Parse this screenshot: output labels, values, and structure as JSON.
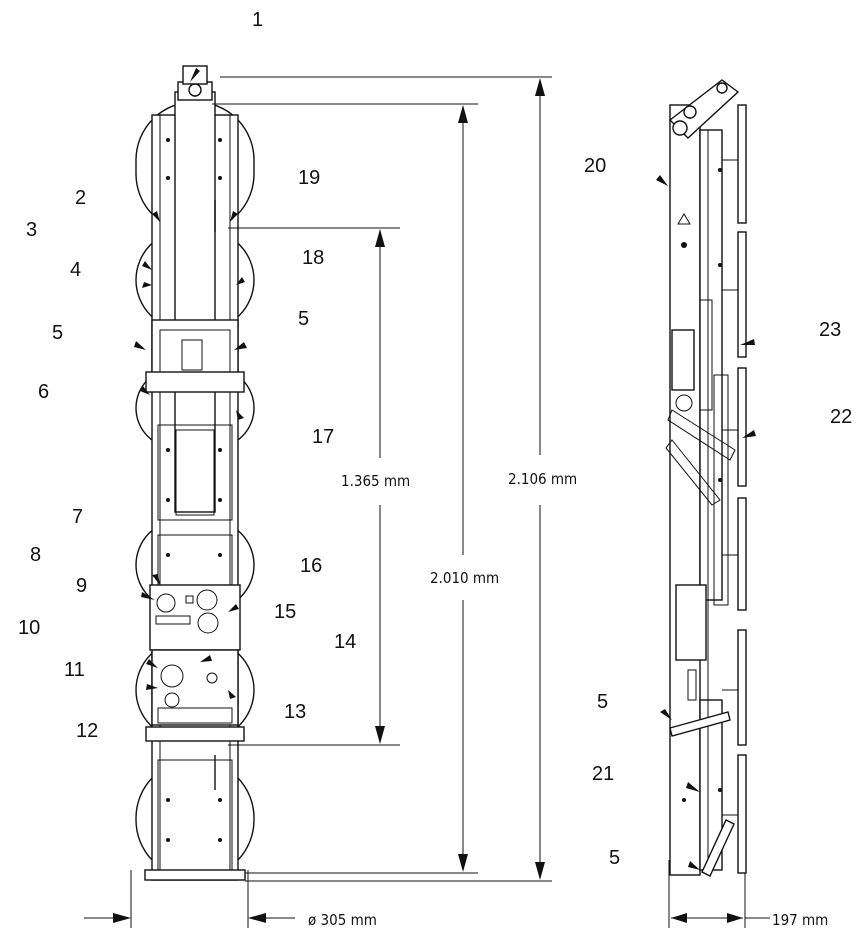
{
  "callouts": {
    "c1": "1",
    "c2": "2",
    "c3": "3",
    "c4": "4",
    "c5a": "5",
    "c5b": "5",
    "c6": "6",
    "c7": "7",
    "c8": "8",
    "c9": "9",
    "c10": "10",
    "c11": "11",
    "c12": "12",
    "c13": "13",
    "c14": "14",
    "c15": "15",
    "c16": "16",
    "c17": "17",
    "c18": "18",
    "c19": "19",
    "c20": "20",
    "c21": "21",
    "c22": "22",
    "c23": "23",
    "c5c": "5",
    "c5d": "5"
  },
  "dimensions": {
    "overall_height": "2.106 mm",
    "frame_height": "2.010 mm",
    "pad_span": "1.365 mm",
    "pad_diameter": "ø 305 mm",
    "depth": "197 mm"
  },
  "colors": {
    "line": "#111111",
    "background": "#ffffff"
  }
}
